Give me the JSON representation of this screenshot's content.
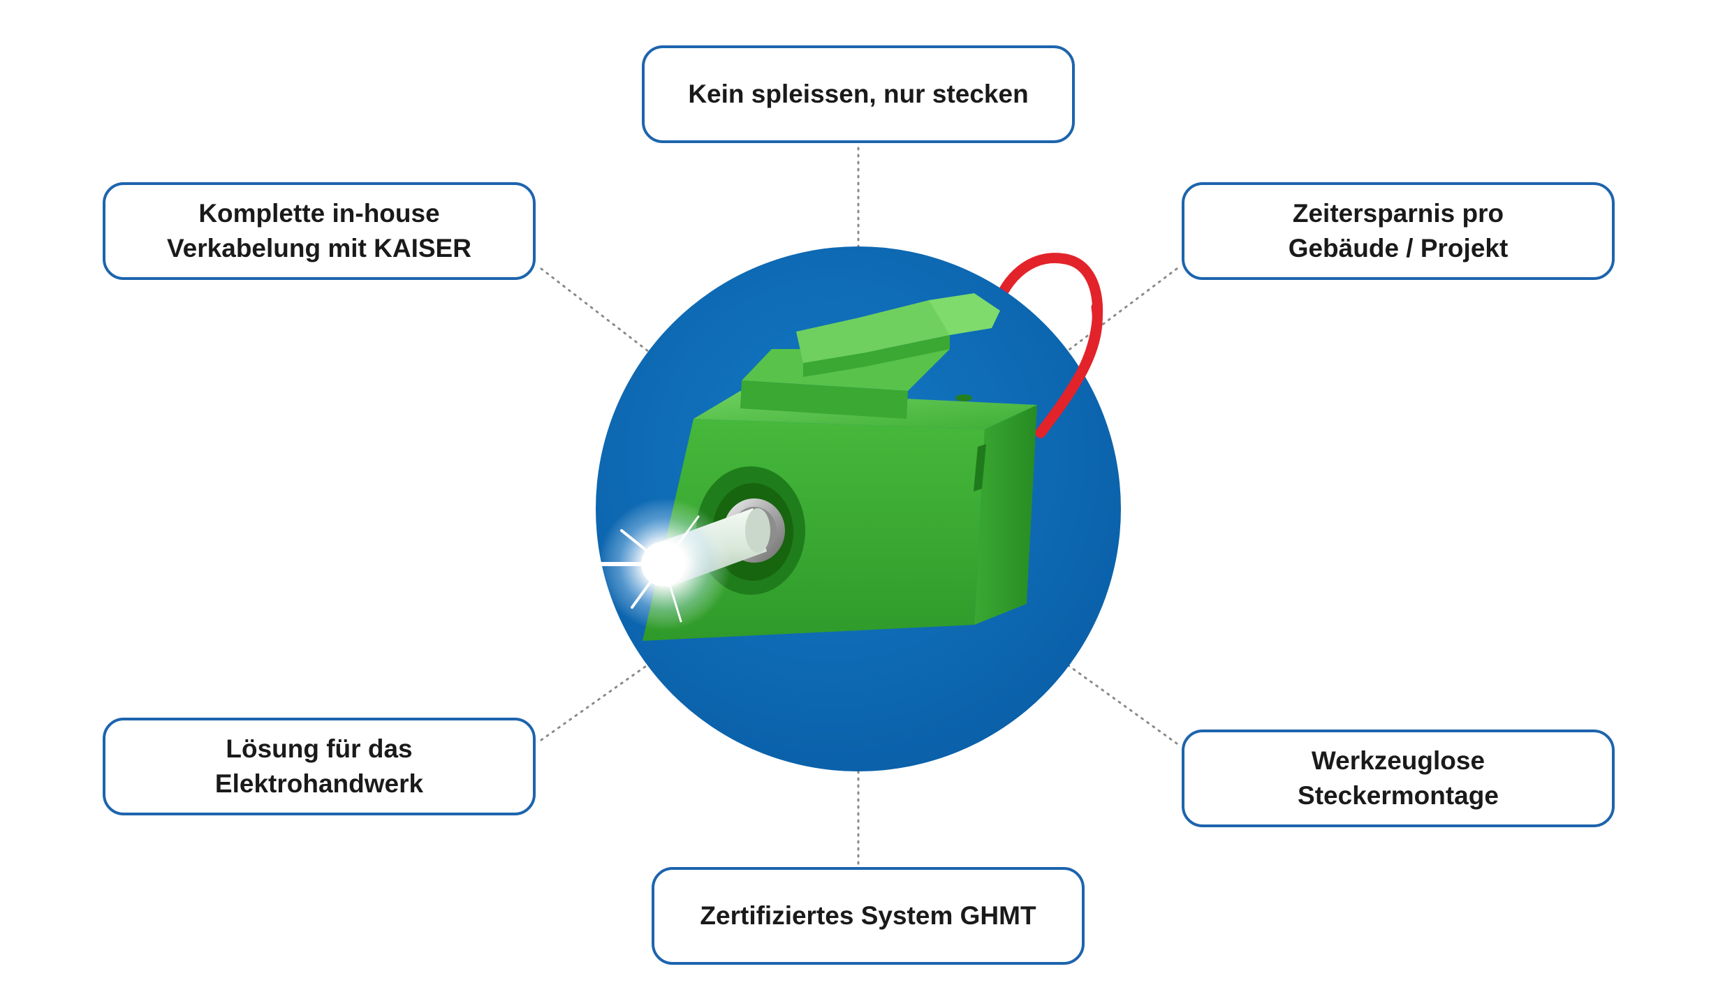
{
  "colors": {
    "box_border": "#1d64ad",
    "circle_fill": "#0b69b6",
    "connector_green": "#3fae36",
    "cable_red": "#e3232a",
    "fiber_glow": "#ffffff"
  },
  "center_image": {
    "icon": "fiber-optic-connector-icon"
  },
  "features": {
    "top_center": "Kein spleissen, nur stecken",
    "top_left": "Komplette in-house\nVerkabelung mit KAISER",
    "top_right": "Zeitersparnis pro\nGebäude / Projekt",
    "bottom_left": "Lösung für das\nElektrohandwerk",
    "bottom_right": "Werkzeuglose\nSteckermontage",
    "bottom_center": "Zertifiziertes System GHMT"
  }
}
